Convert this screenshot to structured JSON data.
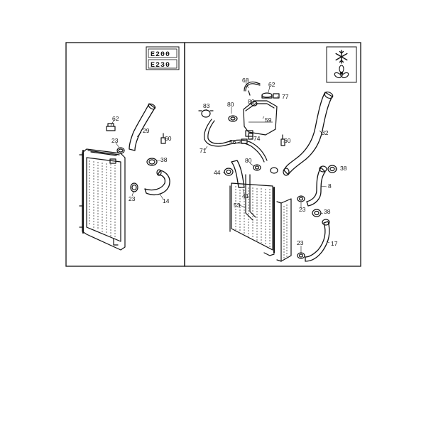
{
  "variants": [
    "E200",
    "E230"
  ],
  "icons": [
    "snowflake-icon",
    "fan-icon"
  ],
  "labels": {
    "l62a": "62",
    "l29": "29",
    "l60a": "60",
    "l23a": "23",
    "l38a": "38",
    "l23b": "23",
    "l14": "14",
    "l68": "68",
    "l62b": "62",
    "l80a": "80",
    "l77": "77",
    "l83": "83",
    "l80b": "80",
    "l59": "59",
    "l32": "32",
    "l71": "71",
    "l56": "56",
    "l74": "74",
    "l60b": "60",
    "l80c": "80",
    "l38b": "38",
    "l44": "44",
    "l8": "8",
    "l41": "41",
    "l53": "53",
    "l23c": "23",
    "l38c": "38",
    "l23d": "23",
    "l17": "17"
  }
}
